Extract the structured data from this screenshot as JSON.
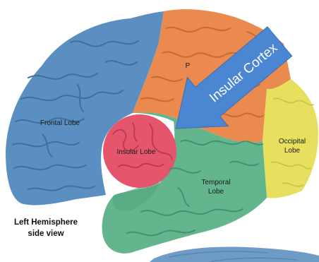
{
  "labels": {
    "frontal": "Frontal Lobe",
    "insular": "Insular Lobe",
    "temporal_line1": "Temporal",
    "temporal_line2": "Lobe",
    "occipital_line1": "Occipital",
    "occipital_line2": "Lobe",
    "parietal_fragment": "P"
  },
  "caption": {
    "line1": "Left Hemisphere",
    "line2": "side view"
  },
  "callout": {
    "text": "Insular Cortex",
    "color": "#4a86d1"
  },
  "colors": {
    "frontal": "#5b8fc2",
    "parietal": "#ea8a4f",
    "occipital": "#e6e05e",
    "temporal": "#63b58e",
    "insular": "#e5566c",
    "cerebellum": "#6f9cc6"
  }
}
